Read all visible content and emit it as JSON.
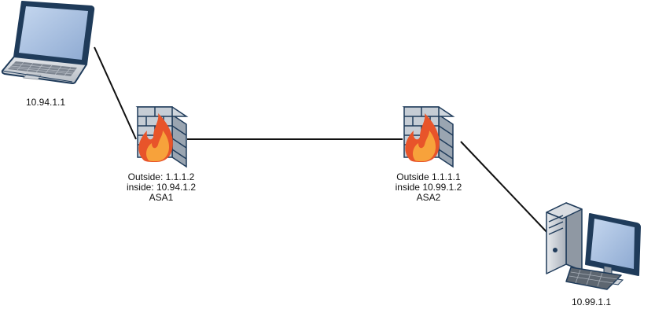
{
  "nodes": {
    "laptop": {
      "ip": "10.94.1.1"
    },
    "asa1": {
      "outside": "Outside: 1.1.1.2",
      "inside": "inside: 10.94.1.2",
      "name": "ASA1"
    },
    "asa2": {
      "outside": "Outside 1.1.1.1",
      "inside": "inside 10.99.1.2",
      "name": "ASA2"
    },
    "pc": {
      "ip": "10.99.1.1"
    }
  },
  "colors": {
    "link": "#111111",
    "device_outline": "#1f3b5a",
    "screen": "#a9c2e2",
    "firewall_brick": "#b9c2cc",
    "flame_outer": "#e8542a",
    "flame_inner": "#f7a23b"
  },
  "icons": {
    "laptop": "laptop-icon",
    "asa1": "firewall-icon",
    "asa2": "firewall-icon",
    "pc": "desktop-pc-icon"
  }
}
